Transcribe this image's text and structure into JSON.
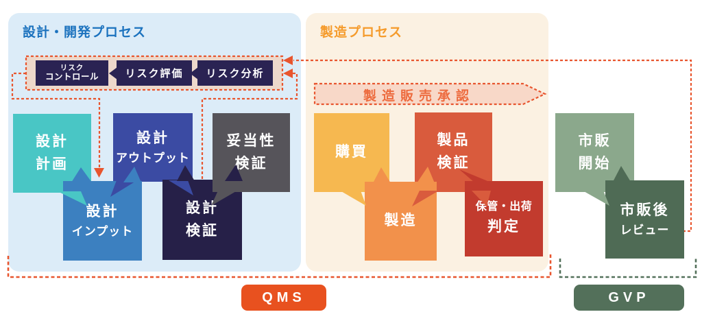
{
  "design_panel": {
    "title": "設計・開発プロセス"
  },
  "manufacturing_panel": {
    "title": "製造プロセス"
  },
  "risk_band": {
    "control": {
      "line1": "リスク",
      "line2": "コントロール"
    },
    "evaluation": {
      "label": "リスク評価"
    },
    "analysis": {
      "label": "リスク分析"
    }
  },
  "approval_banner": {
    "label": "製造販売承認"
  },
  "boxes": {
    "design_plan": {
      "line1": "設計",
      "line2": "計画"
    },
    "design_output": {
      "line1": "設計",
      "line2": "アウトプット"
    },
    "validation": {
      "line1": "妥当性",
      "line2": "検証"
    },
    "design_input": {
      "line1": "設計",
      "line2": "インプット"
    },
    "design_verification": {
      "line1": "設計",
      "line2": "検証"
    },
    "purchasing": {
      "label": "購買"
    },
    "product_verification": {
      "line1": "製品",
      "line2": "検証"
    },
    "manufacturing": {
      "label": "製造"
    },
    "storage_shipment": {
      "line1": "保管・出荷",
      "line2": "判定"
    },
    "market_launch": {
      "line1": "市販",
      "line2": "開始"
    },
    "post_market_review": {
      "line1": "市販後",
      "line2": "レビュー"
    }
  },
  "badges": {
    "qms": "QMS",
    "gvp": "GVP"
  },
  "colors": {
    "accent_orange_dash": "#e8552e",
    "design_panel_bg": "#dcecf8",
    "design_title": "#1b72be",
    "mfg_panel_bg": "#fbf1e2",
    "mfg_title": "#f59b2b",
    "risk_band_fill": "#edd8cb",
    "risk_box_navy": "#2a2353",
    "banner_fill": "#f8d8c8",
    "banner_text": "#ed6b3e",
    "design_plan": "#49c6c5",
    "design_output": "#3b4ba3",
    "validation": "#56545a",
    "design_input": "#3c80c0",
    "design_verification": "#262048",
    "purchasing": "#f6b850",
    "product_verification": "#d95b3d",
    "manufacturing_box": "#f2914b",
    "storage_shipment": "#c23b2e",
    "market_launch": "#8ba88c",
    "post_market_review": "#4f6b55",
    "qms_badge": "#e8511f",
    "gvp_badge": "#53705a"
  }
}
